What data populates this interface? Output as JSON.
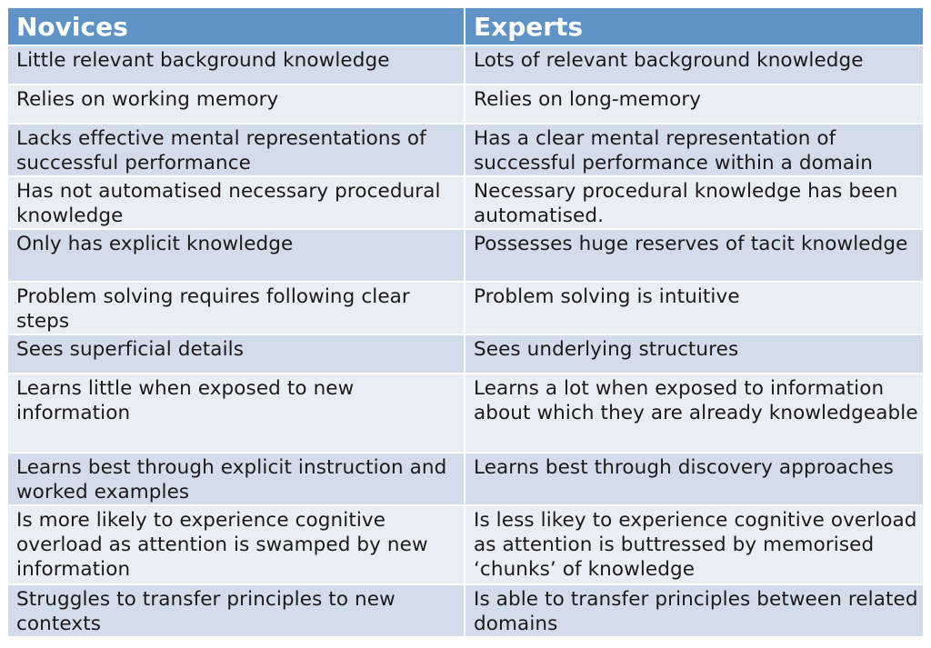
{
  "table": {
    "headers": [
      "Novices",
      "Experts"
    ],
    "rows": [
      [
        "Little relevant background knowledge",
        "Lots of relevant background knowledge"
      ],
      [
        "Relies on working memory",
        "Relies on long-memory"
      ],
      [
        "Lacks effective mental representations of successful performance",
        "Has a clear mental representation of successful performance within a domain"
      ],
      [
        "Has not automatised necessary procedural knowledge",
        "Necessary procedural knowledge has been automatised."
      ],
      [
        "Only has explicit knowledge",
        "Possesses huge reserves of tacit knowledge"
      ],
      [
        "Problem solving requires following clear steps",
        "Problem solving is intuitive"
      ],
      [
        "Sees superficial details",
        "Sees underlying structures"
      ],
      [
        "Learns little when exposed to new information",
        "Learns a lot when exposed to information about which they are already knowledgeable"
      ],
      [
        "Learns best through explicit instruction and worked examples",
        "Learns best through discovery approaches"
      ],
      [
        "Is more likely to experience cognitive overload as attention is swamped by new information",
        "Is less likey to experience cognitive overload as attention is buttressed by memorised ‘chunks’ of knowledge"
      ],
      [
        "Struggles to transfer principles to new contexts",
        "Is able to transfer principles between related domains"
      ]
    ]
  },
  "colors": {
    "header_bg": "#5f93c8",
    "row_odd_bg": "#d3dcea",
    "row_even_bg": "#e9eef5"
  }
}
